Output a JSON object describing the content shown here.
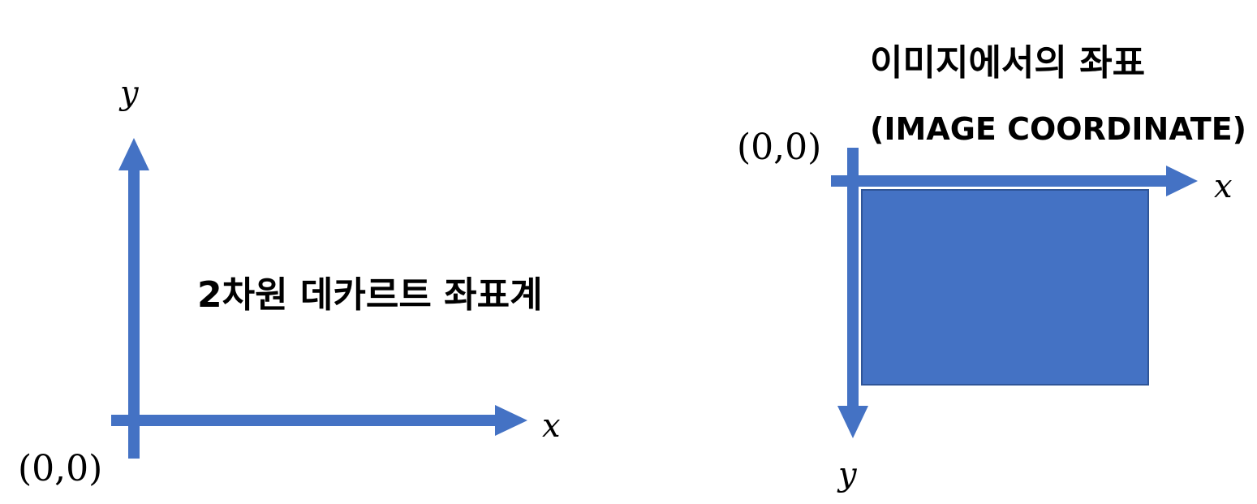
{
  "cartesian": {
    "title": "2차원 데카르트 좌표계",
    "x_label": "x",
    "y_label": "y",
    "origin_label": "(0,0)"
  },
  "image_coord": {
    "title_line1": "이미지에서의 좌표",
    "title_line2": "(IMAGE COORDINATE)",
    "x_label": "x",
    "y_label": "y",
    "origin_label": "(0,0)"
  },
  "colors": {
    "axis": "#4472C4",
    "image_fill": "#4472C4",
    "image_stroke": "#2F5597",
    "text": "#000000"
  }
}
